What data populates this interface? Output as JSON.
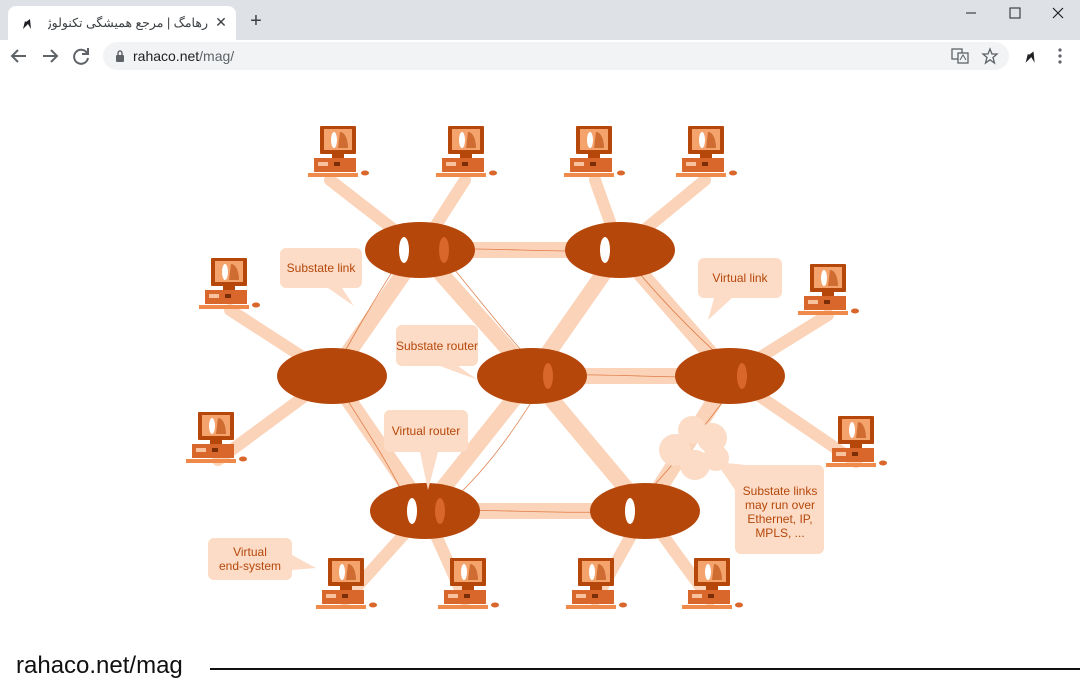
{
  "browser": {
    "tab_title": "رهامگ | مرجع همیشگی تکنولوژی |",
    "tab_close": "✕",
    "new_tab": "+",
    "url_host": "rahaco.net",
    "url_path": "/mag/"
  },
  "diagram": {
    "labels": {
      "substate_link": "Substate link",
      "virtual_link": "Virtual link",
      "substate_router": "Substate router",
      "virtual_router": "Virtual router",
      "virtual_end_system": [
        "Virtual",
        "end-system"
      ],
      "substate_links_note": [
        "Substate links",
        "may run over",
        "Ethernet, IP,",
        "MPLS, ..."
      ]
    },
    "colors": {
      "router": "#b5470b",
      "link": "#fbd3b8",
      "bubble": "#fcdcc6",
      "label_text": "#b5470b"
    }
  },
  "footer": {
    "watermark": "rahaco.net/mag"
  }
}
